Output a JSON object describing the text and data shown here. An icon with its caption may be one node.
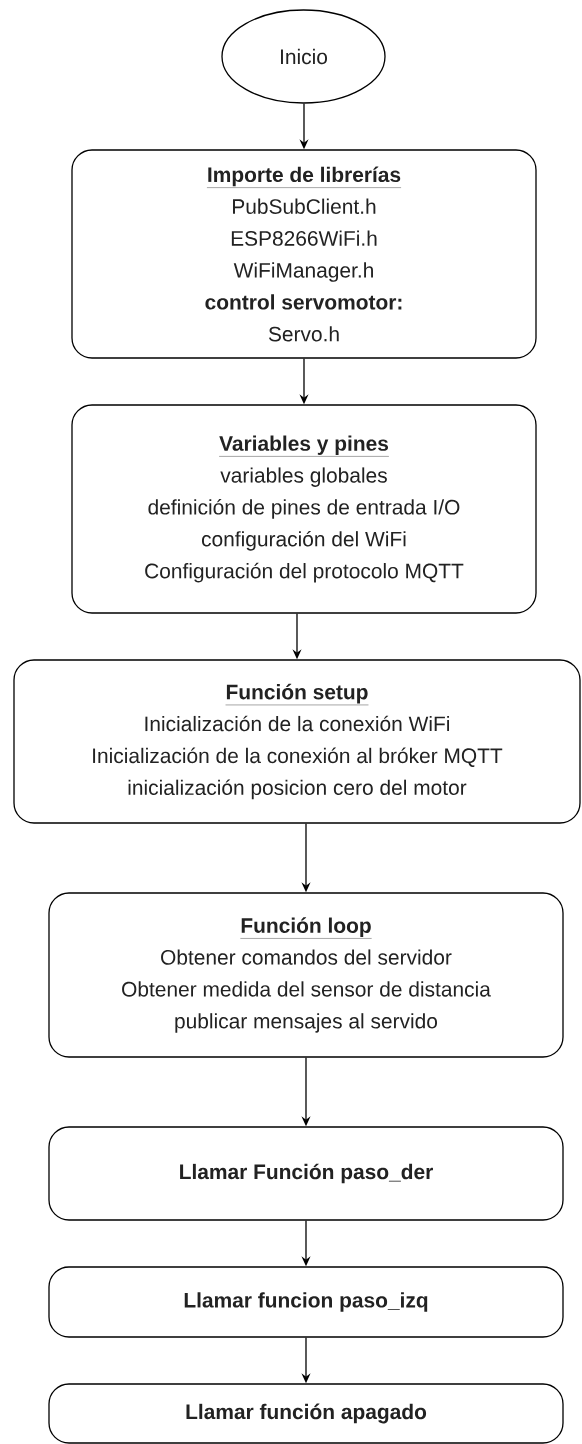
{
  "diagram": {
    "nodes": [
      {
        "text": [
          "Inicio"
        ]
      },
      {
        "text": [
          "Importe de librerías",
          "PubSubClient.h",
          "ESP8266WiFi.h",
          "WiFiManager.h",
          "control servomotor:",
          "Servo.h"
        ]
      },
      {
        "text": [
          "Variables y pines",
          "variables globales",
          "definición de pines de entrada I/O",
          "configuración del WiFi",
          "Configuración del protocolo MQTT"
        ]
      },
      {
        "text": [
          "Función setup",
          "Inicialización de la conexión WiFi",
          "Inicialización de la conexión al bróker MQTT",
          "inicialización posicion cero del motor"
        ]
      },
      {
        "text": [
          "Función loop",
          "Obtener comandos del servidor",
          "Obtener medida del sensor de distancia",
          "publicar mensajes al servido"
        ]
      },
      {
        "text": [
          "Llamar Función paso_der"
        ]
      },
      {
        "text": [
          "Llamar funcion paso_izq"
        ]
      },
      {
        "text": [
          "Llamar función apagado"
        ]
      }
    ],
    "edges": [
      {
        "from": 0,
        "to": 1,
        "arrow": "to"
      },
      {
        "from": 1,
        "to": 2,
        "arrow": "to"
      },
      {
        "from": 2,
        "to": 3,
        "arrow": "to"
      },
      {
        "from": 3,
        "to": 4,
        "arrow": "to"
      },
      {
        "from": 4,
        "to": 5,
        "arrow": "to"
      },
      {
        "from": 5,
        "to": 6,
        "arrow": "to"
      },
      {
        "from": 6,
        "to": 7,
        "arrow": "to"
      }
    ]
  }
}
